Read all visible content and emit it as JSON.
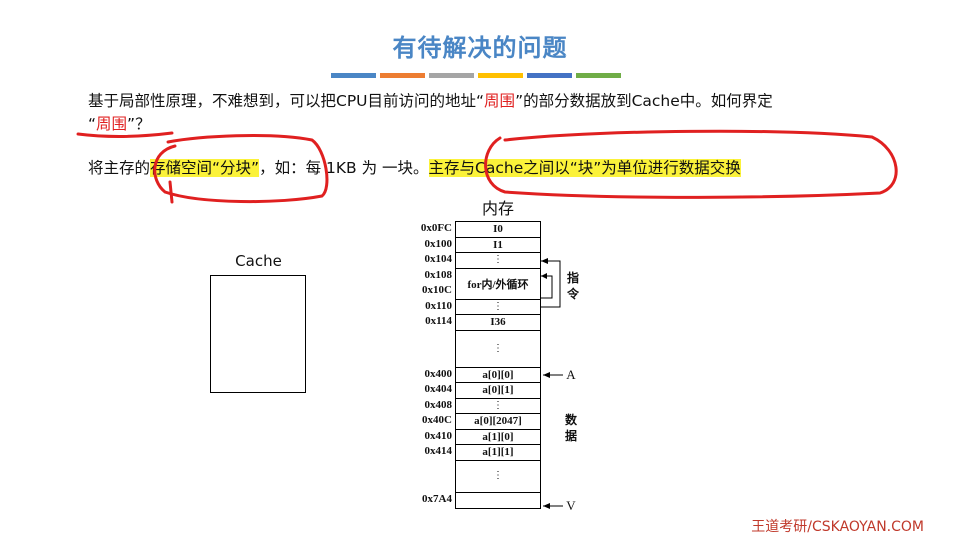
{
  "title": "有待解决的问题",
  "title_bar_colors": [
    "#4a86c5",
    "#ed7d31",
    "#a5a5a5",
    "#ffc000",
    "#4472c4",
    "#70ad47"
  ],
  "paragraph1": {
    "part1": "基于局部性原理，不难想到，可以把CPU目前访问的地址“",
    "red1": "周围",
    "part2": "”的部分数据放到Cache中。如何界定",
    "line2_q1": "“",
    "red2": "周围",
    "line2_q2": "”？"
  },
  "paragraph2": {
    "part1": "将主存的",
    "highlight1": "存储空间“分块”",
    "part2": "，如：每 1KB 为 一块。",
    "highlight2": "主存与Cache之间以“块”为单位进行数据交换"
  },
  "cache_label": "Cache",
  "memory": {
    "label": "内存",
    "rows": [
      {
        "addr": "0x0FC",
        "content": "I0"
      },
      {
        "addr": "0x100",
        "content": "I1"
      },
      {
        "addr": "0x104",
        "content": "⋮"
      },
      {
        "addr": "0x108",
        "content": "for内/外循环"
      },
      {
        "addr": "0x10C",
        "content": ""
      },
      {
        "addr": "0x110",
        "content": "⋮"
      },
      {
        "addr": "0x114",
        "content": "I36"
      },
      {
        "addr": "",
        "content": "⋮"
      },
      {
        "addr": "0x400",
        "content": "a[0][0]"
      },
      {
        "addr": "0x404",
        "content": "a[0][1]"
      },
      {
        "addr": "0x408",
        "content": "⋮"
      },
      {
        "addr": "0x40C",
        "content": "a[0][2047]"
      },
      {
        "addr": "0x410",
        "content": "a[1][0]"
      },
      {
        "addr": "0x414",
        "content": "a[1][1]"
      },
      {
        "addr": "",
        "content": "⋮"
      },
      {
        "addr": "0x7A4",
        "content": ""
      }
    ],
    "instr_label": "指令",
    "data_label": "数据",
    "marker_a": "A",
    "marker_v": "V"
  },
  "footer": "王道考研/CSKAOYAN.COM"
}
